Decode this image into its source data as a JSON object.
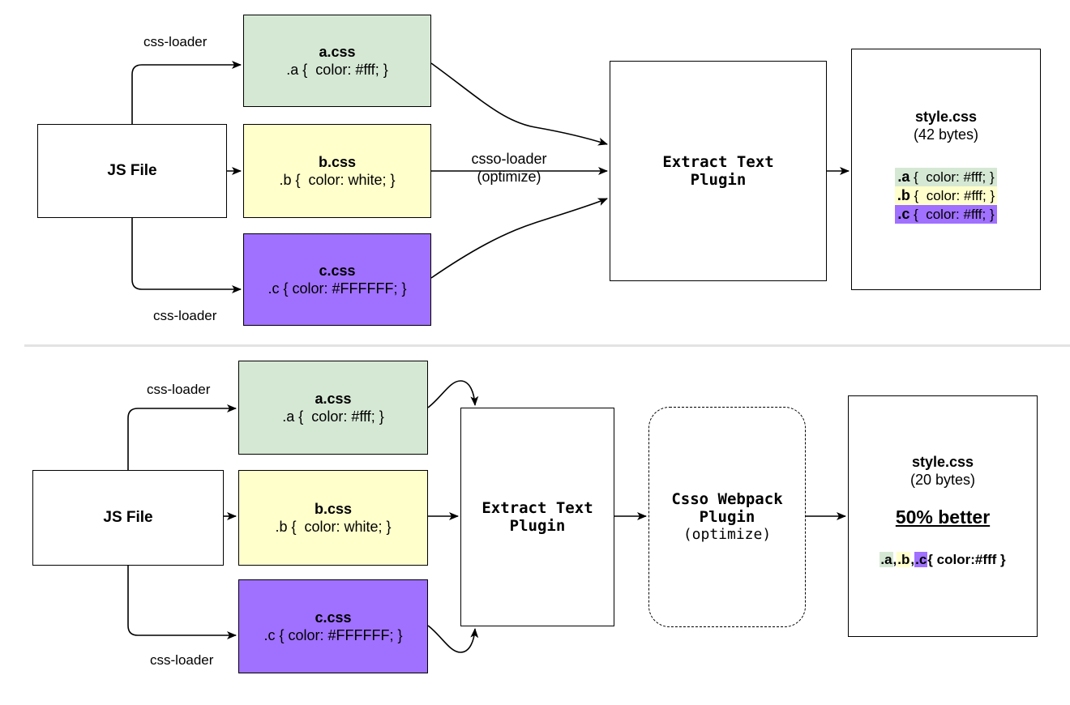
{
  "top": {
    "js_file": "JS File",
    "a": {
      "name": "a.css",
      "rule": ".a {  color: #fff; }"
    },
    "b": {
      "name": "b.css",
      "rule": ".b {  color: white; }"
    },
    "c": {
      "name": "c.css",
      "rule": ".c { color: #FFFFFF; }"
    },
    "loader_top": "css-loader",
    "loader_bottom": "css-loader",
    "csso_loader": "csso-loader",
    "csso_note": "(optimize)",
    "extract_line1": "Extract Text",
    "extract_line2": "Plugin",
    "output": {
      "title": "style.css",
      "size": "(42 bytes)",
      "lines": [
        {
          "sel": ".a",
          "rest": " {  color: #fff; }",
          "color": "#d5e8d4"
        },
        {
          "sel": ".b",
          "rest": " {  color: #fff; }",
          "color": "#ffffcc"
        },
        {
          "sel": ".c",
          "rest": " {  color: #fff; }",
          "color": "#a070ff"
        }
      ]
    }
  },
  "bottom": {
    "js_file": "JS File",
    "a": {
      "name": "a.css",
      "rule": ".a {  color: #fff; }"
    },
    "b": {
      "name": "b.css",
      "rule": ".b {  color: white; }"
    },
    "c": {
      "name": "c.css",
      "rule": ".c { color: #FFFFFF; }"
    },
    "loader_top": "css-loader",
    "loader_bottom": "css-loader",
    "extract_line1": "Extract Text",
    "extract_line2": "Plugin",
    "csso_line1": "Csso Webpack",
    "csso_line2": "Plugin",
    "csso_line3": "(optimize)",
    "output": {
      "title": "style.css",
      "size": "(20 bytes)",
      "headline": "50% better",
      "sel_a": ".a",
      "comma1": ",",
      "sel_b": ".b",
      "comma2": ",",
      "sel_c": ".c",
      "rest": "{ color:#fff }"
    }
  },
  "colors": {
    "a": "#d5e8d4",
    "b": "#ffffcc",
    "c": "#a070ff"
  }
}
